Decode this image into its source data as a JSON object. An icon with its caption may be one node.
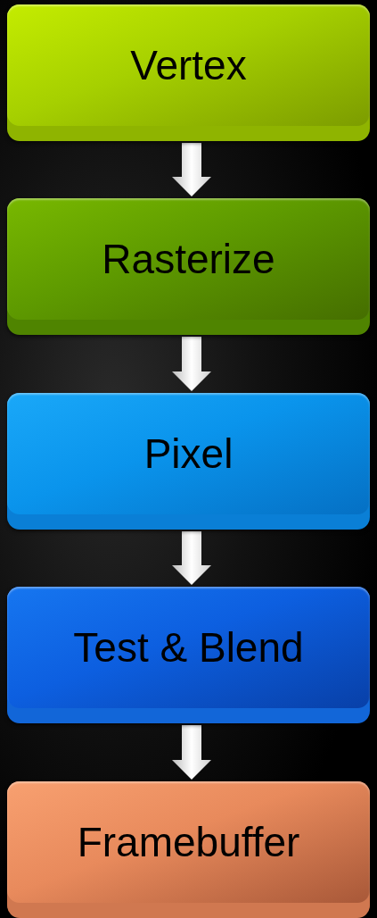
{
  "diagram": {
    "nodes": [
      {
        "text": [
          "Vertex"
        ]
      },
      {
        "text": [
          "Rasterize"
        ]
      },
      {
        "text": [
          "Pixel"
        ]
      },
      {
        "text": [
          "Test & Blend"
        ]
      },
      {
        "text": [
          "Framebuffer"
        ]
      }
    ],
    "edges": [
      {
        "from": 0,
        "to": 1,
        "arrow": "to"
      },
      {
        "from": 1,
        "to": 2,
        "arrow": "to"
      },
      {
        "from": 2,
        "to": 3,
        "arrow": "to"
      },
      {
        "from": 3,
        "to": 4,
        "arrow": "to"
      }
    ]
  }
}
